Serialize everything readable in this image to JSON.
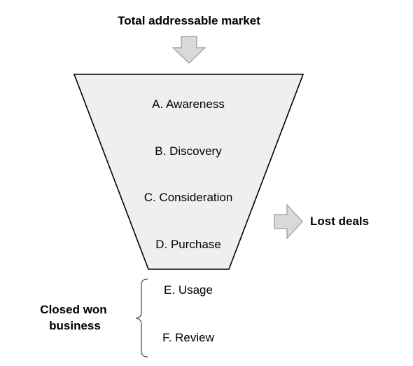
{
  "top_label": "Total addressable market",
  "funnel_stages": [
    "A. Awareness",
    "B. Discovery",
    "C. Consideration",
    "D. Purchase"
  ],
  "lost_label": "Lost deals",
  "closed_label_lines": [
    "Closed won",
    "business"
  ],
  "post_stages": [
    "E. Usage",
    "F. Review"
  ],
  "colors": {
    "funnel_fill": "#efefef",
    "arrow_fill": "#d9d9d9",
    "outline": "#000000",
    "arrow_outline": "#9a9a9a",
    "bracket": "#555555"
  }
}
